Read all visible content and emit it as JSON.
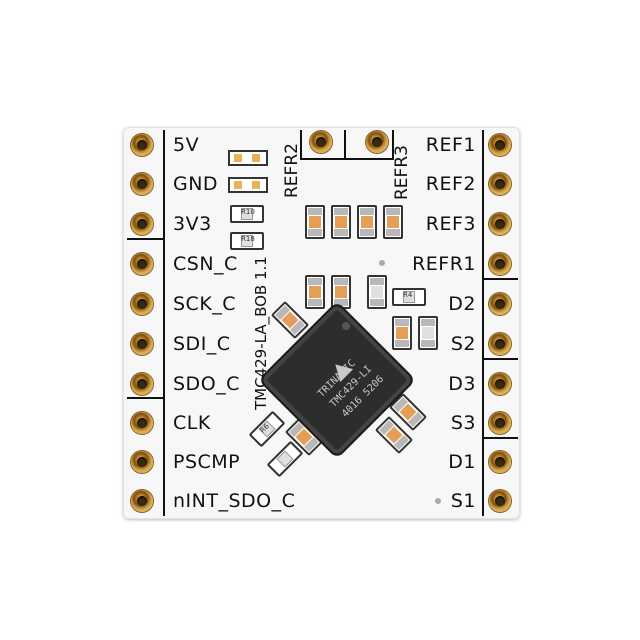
{
  "left_pins": [
    "5V",
    "GND",
    "3V3",
    "CSN_C",
    "SCK_C",
    "SDI_C",
    "SDO_C",
    "CLK",
    "PSCMP",
    "nINT_SDO_C"
  ],
  "right_pins": [
    "REF1",
    "REF2",
    "REF3",
    "REFR1",
    "D2",
    "S2",
    "D3",
    "S3",
    "D1",
    "S1"
  ],
  "top_labels": {
    "refr2": "REFR2",
    "refr3": "REFR3"
  },
  "board_label": "TMC429-LA_BOB 1.1",
  "chip": {
    "brand": "TRINAMIC",
    "part": "TMC429-LI",
    "code": "4016 5206"
  },
  "smd_tags": {
    "r10": "R10",
    "r18": "R18",
    "r4": "R4",
    "r6": "R6"
  },
  "colors": {
    "board": "#f7f7f7",
    "copper": "#c99235",
    "resistor": "#e59e57"
  }
}
